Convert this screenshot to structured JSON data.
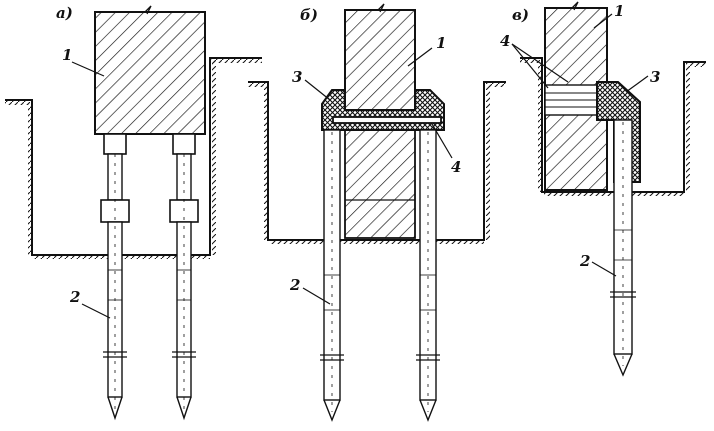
{
  "labels": {
    "panel_a": "a)",
    "panel_b": "б)",
    "panel_c": "в)",
    "a_item1": "1",
    "a_item2": "2",
    "b_item1": "1",
    "b_item2": "2",
    "b_item3": "3",
    "b_item4": "4",
    "c_item1": "1",
    "c_item2": "2",
    "c_item3": "3",
    "c_item4": "4"
  },
  "colors": {
    "ink": "#111111",
    "paper": "#ffffff"
  }
}
